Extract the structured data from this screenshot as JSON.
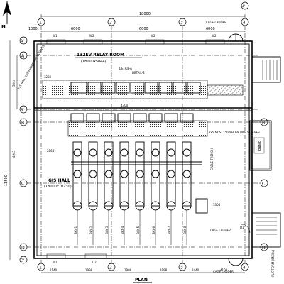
{
  "title": {
    "relay_room": "132kV RELAY ROOM",
    "relay_room_size": "(18000x5044)",
    "gis_hall": "GIS HALL",
    "gis_hall_size": "(18000x10730)",
    "plan": "PLAN",
    "north": "N"
  },
  "grid": {
    "columns": [
      "1",
      "2",
      "3",
      "4",
      "4'"
    ],
    "rows": [
      "A'",
      "A",
      "B'",
      "B",
      "C",
      "D",
      "D'"
    ]
  },
  "dimensions": {
    "overall_width": "18000",
    "overall_height": "11500",
    "bays": [
      "6000",
      "6000",
      "6000"
    ],
    "top_left": "1000",
    "left_side": [
      "5044",
      "4945"
    ],
    "misc": [
      "3230",
      "2864",
      "4300",
      "3304",
      "4100",
      "2440",
      "1998",
      "1998",
      "1998",
      "2140"
    ]
  },
  "windows": [
    "W1",
    "W2",
    "W2",
    "W2",
    "W1"
  ],
  "doors": [
    "D1",
    "D2"
  ],
  "labels": {
    "cage_ladder": "CAGE LADDER",
    "ramp": "RAMP",
    "platform": "PLATFORM (6500x)",
    "cable_trench": "CABLE TRENCH",
    "detail_a": "DETAIL-A",
    "detail_2": "DETAIL-2",
    "pipe_sleeves": "2x5 NOS. 150Ø HDPE PIPE SLEEVES",
    "feeder_tags": [
      "BAY-1",
      "BAY-2",
      "BAY-3",
      "BAY-4",
      "BAY-5",
      "BAY-6",
      "BAY-7",
      "BAY-8"
    ]
  }
}
